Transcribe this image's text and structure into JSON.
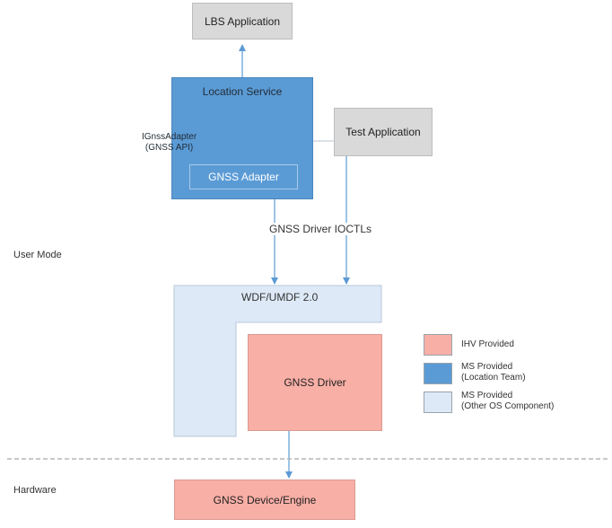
{
  "boxes": {
    "lbs_app": "LBS Application",
    "location_service": "Location Service",
    "gnss_adapter": "GNSS Adapter",
    "test_app": "Test Application",
    "wdf": "WDF/UMDF 2.0",
    "gnss_driver": "GNSS Driver",
    "gnss_device": "GNSS Device/Engine"
  },
  "interface": {
    "line1": "IGnssAdapter",
    "line2": "(GNSS API)"
  },
  "edge_label": "GNSS Driver IOCTLs",
  "zones": {
    "user_mode": "User Mode",
    "hardware": "Hardware"
  },
  "legend": [
    {
      "color": "#f8afa6",
      "line1": "IHV Provided",
      "line2": ""
    },
    {
      "color": "#5b9bd5",
      "line1": "MS Provided",
      "line2": "(Location Team)"
    },
    {
      "color": "#dde9f6",
      "line1": "MS Provided",
      "line2": "(Other OS Component)"
    }
  ],
  "colors": {
    "gray_box": "#d9d9d9",
    "blue_box": "#5b9bd5",
    "light_blue": "#dde9f6",
    "salmon": "#f8afa6",
    "arrow": "#5b9bd5"
  }
}
